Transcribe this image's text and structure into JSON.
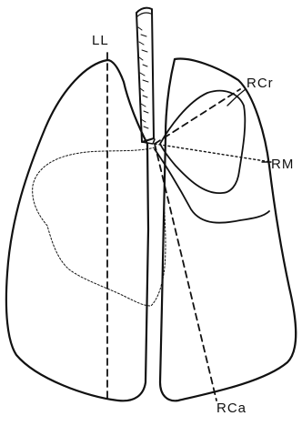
{
  "labels": {
    "ll": "LL",
    "rcr": "RCr",
    "rm": "RM",
    "rca": "RCa"
  },
  "colors": {
    "stroke": "#111111",
    "background": "#ffffff"
  }
}
